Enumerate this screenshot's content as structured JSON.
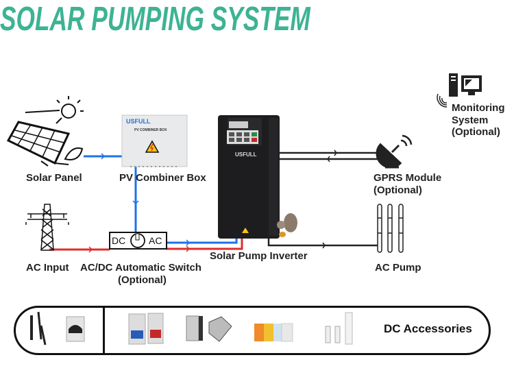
{
  "title": "SOLAR PUMPING SYSTEM",
  "colors": {
    "title": "#3db393",
    "dc_wire": "#1a73e8",
    "ac_wire": "#e02b2b",
    "signal_wire": "#222222"
  },
  "components": {
    "solar_panel": {
      "label": "Solar Panel"
    },
    "combiner_box": {
      "label": "PV Combiner Box",
      "brand": "USFULL",
      "plate": "PV COMBINER BOX"
    },
    "inverter": {
      "label": "Solar Pump Inverter",
      "brand": "USFULL"
    },
    "gprs": {
      "label": "GPRS Module",
      "note": "(Optional)"
    },
    "monitoring": {
      "label1": "Monitoring",
      "label2": "System",
      "note": "(Optional)"
    },
    "ac_pump": {
      "label": "AC Pump"
    },
    "ac_input": {
      "label": "AC Input"
    },
    "switch": {
      "label": "AC/DC Automatic Switch",
      "note": "(Optional)",
      "left": "DC",
      "right": "AC"
    }
  },
  "accessories": {
    "label": "DC Accessories"
  }
}
